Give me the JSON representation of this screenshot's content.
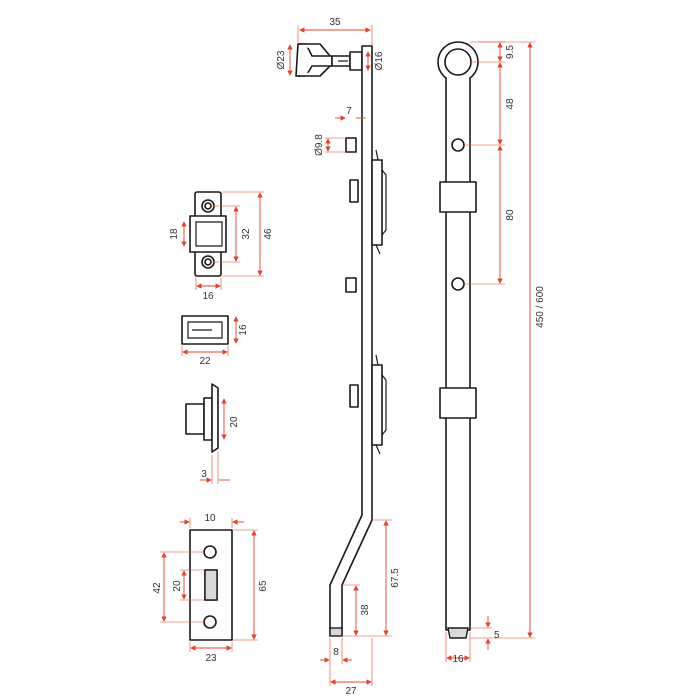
{
  "colors": {
    "outline": "#1a1a1a",
    "dimension": "#e0442e",
    "text": "#333333",
    "background": "#ffffff"
  },
  "dimensions": {
    "handle_width": "35",
    "knob_diameter": "Ø23",
    "neck_diameter": "Ø16",
    "guide_offset": "7",
    "pin_diameter": "Ø9.8",
    "keeper_inner_height": "18",
    "keeper_hole_spacing": "32",
    "keeper_height": "46",
    "keeper_width": "16",
    "channel_height": "16",
    "channel_width": "22",
    "bracket_height": "20",
    "bracket_thickness": "3",
    "strike_width": "10",
    "strike_overall": "42",
    "strike_slot": "20",
    "strike_height": "65",
    "strike_base_width": "23",
    "rod_top_to_hole": "9.5",
    "rod_first_spacing": "48",
    "rod_hole_spacing": "80",
    "rod_length": "450 / 600",
    "crank_height": "67.5",
    "foot_height": "38",
    "foot_width": "8",
    "crank_offset": "27",
    "rod_tip": "5",
    "rod_diameter": "16"
  }
}
